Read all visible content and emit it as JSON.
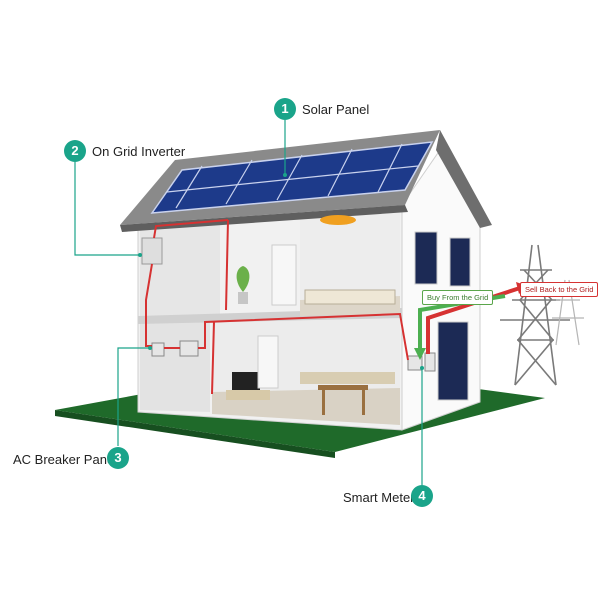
{
  "components": [
    {
      "number": "1",
      "label": "Solar Panel"
    },
    {
      "number": "2",
      "label": "On Grid Inverter"
    },
    {
      "number": "3",
      "label": "AC Breaker Panel"
    },
    {
      "number": "4",
      "label": "Smart Meter"
    }
  ],
  "flows": {
    "buy": "Buy From the Grid",
    "sell": "Sell Back to the Grid"
  },
  "colors": {
    "accent": "#1aa48a",
    "lawn": "#1f6a2a",
    "panel": "#1d3a8a",
    "roof": "#7d7d7d",
    "wire": "#d63232",
    "buy_arrow": "#4caf50"
  }
}
